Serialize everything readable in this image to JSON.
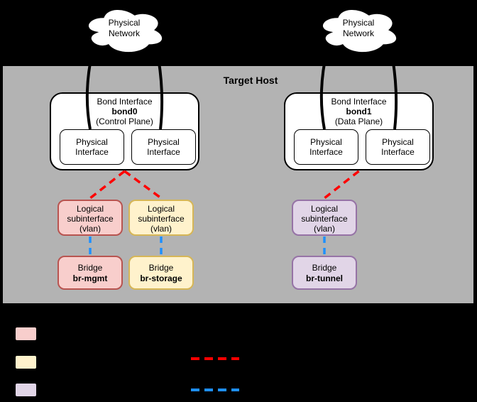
{
  "host": {
    "label": "Target Host"
  },
  "clouds": [
    {
      "line1": "Physical",
      "line2": "Network"
    },
    {
      "line1": "Physical",
      "line2": "Network"
    }
  ],
  "bonds": [
    {
      "title": "Bond Interface",
      "name": "bond0",
      "plane": "(Control Plane)",
      "ports": [
        {
          "line1": "Physical",
          "line2": "Interface"
        },
        {
          "line1": "Physical",
          "line2": "Interface"
        }
      ]
    },
    {
      "title": "Bond Interface",
      "name": "bond1",
      "plane": "(Data Plane)",
      "ports": [
        {
          "line1": "Physical",
          "line2": "Interface"
        },
        {
          "line1": "Physical",
          "line2": "Interface"
        }
      ]
    }
  ],
  "vlans": [
    {
      "line1": "Logical",
      "line2": "subinterface",
      "line3": "(vlan)"
    },
    {
      "line1": "Logical",
      "line2": "subinterface",
      "line3": "(vlan)"
    },
    {
      "line1": "Logical",
      "line2": "subinterface",
      "line3": "(vlan)"
    }
  ],
  "bridges": [
    {
      "title": "Bridge",
      "name": "br-mgmt"
    },
    {
      "title": "Bridge",
      "name": "br-storage"
    },
    {
      "title": "Bridge",
      "name": "br-tunnel"
    }
  ],
  "colors": {
    "host_background": "#b3b3b3",
    "mgmt_fill": "#f8cecc",
    "mgmt_border": "#b85450",
    "storage_fill": "#fff2cc",
    "storage_border": "#d6b656",
    "tunnel_fill": "#e1d5e7",
    "tunnel_border": "#9673a6",
    "uplink_line": "#000000",
    "vlan_link_line": "#ff0000",
    "bridge_link_line": "#1e90ff"
  }
}
